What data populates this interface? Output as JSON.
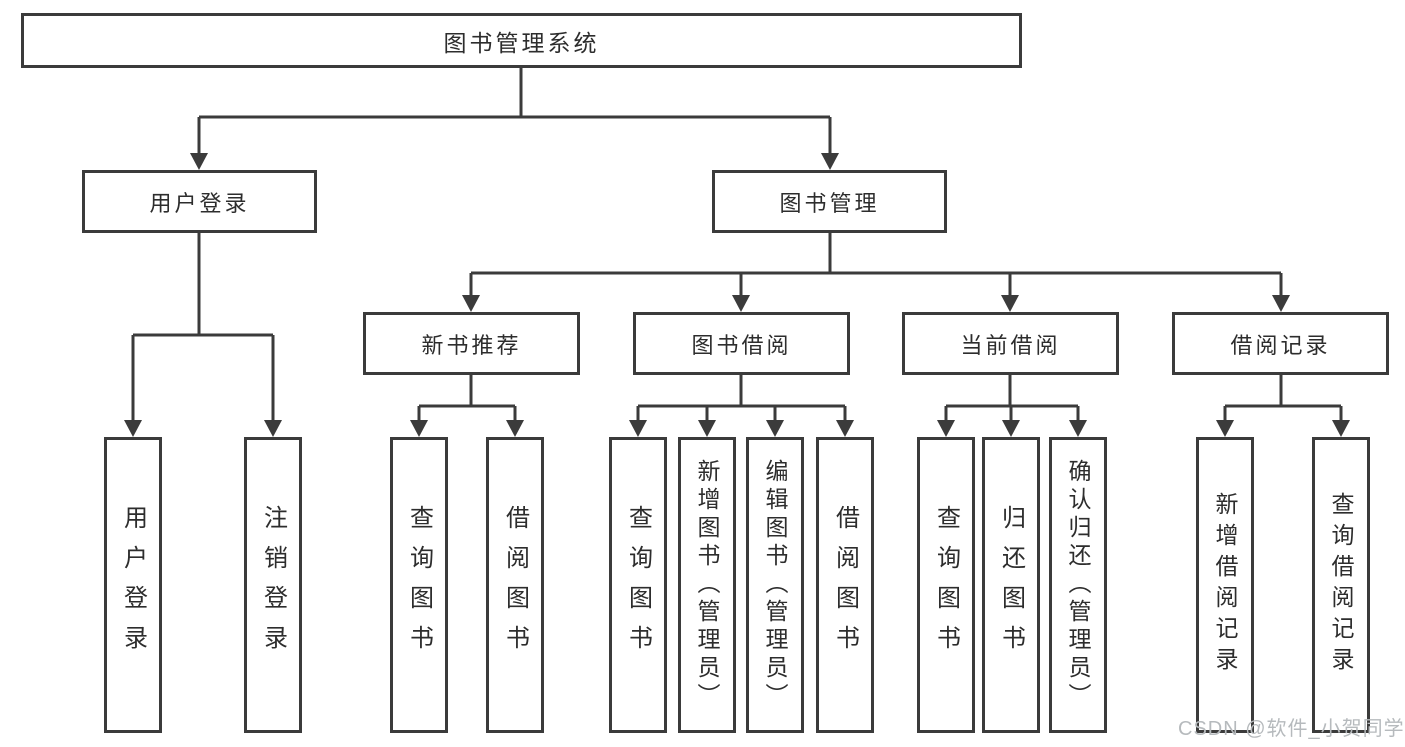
{
  "diagram": {
    "root": {
      "label": "图书管理系统"
    },
    "branches": [
      {
        "label": "用户登录",
        "children": [
          {
            "label": "用户登录"
          },
          {
            "label": "注销登录"
          }
        ]
      },
      {
        "label": "图书管理",
        "children": [
          {
            "label": "新书推荐",
            "children": [
              {
                "label": "查询图书"
              },
              {
                "label": "借阅图书"
              }
            ]
          },
          {
            "label": "图书借阅",
            "children": [
              {
                "label": "查询图书"
              },
              {
                "label": "新增图书（管理员）"
              },
              {
                "label": "编辑图书（管理员）"
              },
              {
                "label": "借阅图书"
              }
            ]
          },
          {
            "label": "当前借阅",
            "children": [
              {
                "label": "查询图书"
              },
              {
                "label": "归还图书"
              },
              {
                "label": "确认归还（管理员）"
              }
            ]
          },
          {
            "label": "借阅记录",
            "children": [
              {
                "label": "新增借阅记录"
              },
              {
                "label": "查询借阅记录"
              }
            ]
          }
        ]
      }
    ]
  },
  "watermark": {
    "text": "CSDN @软件_小贺同学"
  },
  "colors": {
    "line": "#3b3b3b",
    "text": "#2d2d2d",
    "watermark": "#b6babd",
    "background": "#ffffff"
  }
}
